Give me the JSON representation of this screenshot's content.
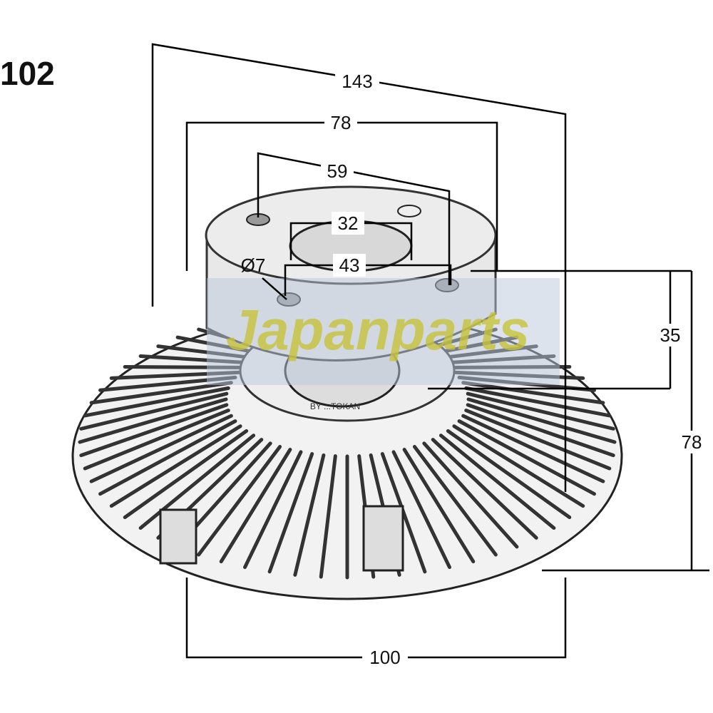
{
  "part_number": "102",
  "dimensions": {
    "overall_diagonal": "143",
    "hub_top_width": "78",
    "bolt_circle": "59",
    "inner_bore": "32",
    "pilot_diameter": "43",
    "bolt_hole": "Ø7",
    "hub_height": "35",
    "overall_height": "78",
    "body_width": "100"
  },
  "watermark": {
    "brand": "Japanparts",
    "byline": "BY ...TOKAN"
  },
  "colors": {
    "watermark_band": "#b9c8dc",
    "watermark_text": "#c8c43a",
    "line": "#000000"
  }
}
